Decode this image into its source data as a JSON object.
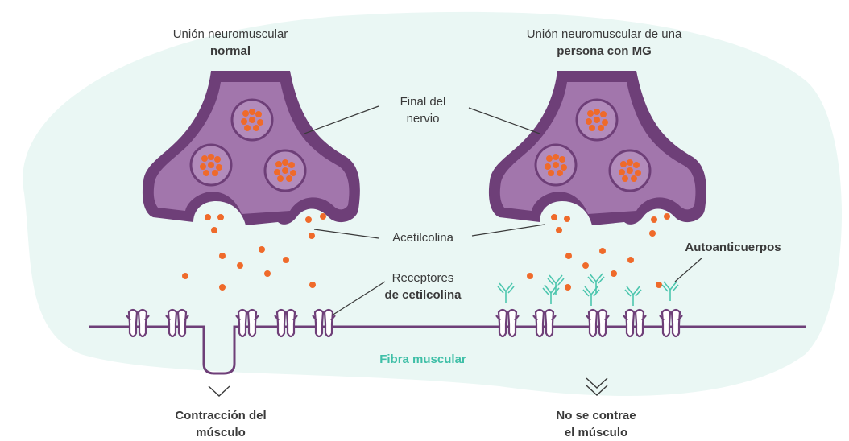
{
  "left_title": {
    "line1": "Unión neuromuscular",
    "line2": "normal"
  },
  "right_title": {
    "line1": "Unión neuromuscular de una",
    "line2": "persona con MG"
  },
  "nerve_label": {
    "line1": "Final del",
    "line2": "nervio"
  },
  "acetylcholine_label": "Acetilcolina",
  "receptors_label": {
    "line1": "Receptores",
    "line2": "de cetilcolina"
  },
  "autoantibodies_label": "Autoanticuerpos",
  "muscle_fiber_label": "Fibra muscular",
  "left_result": {
    "line1": "Contracción del",
    "line2": "músculo"
  },
  "right_result": {
    "line1": "No se contrae",
    "line2": "el músculo"
  },
  "colors": {
    "background_blob": "#eaf7f4",
    "nerve_outer": "#6e3f78",
    "nerve_inner": "#a276ac",
    "vesicle_fill": "#b28bbb",
    "acetylcholine": "#ef6a2a",
    "membrane": "#6e3f78",
    "antibody": "#4cc6ae",
    "label_text": "#3a3a3a"
  }
}
